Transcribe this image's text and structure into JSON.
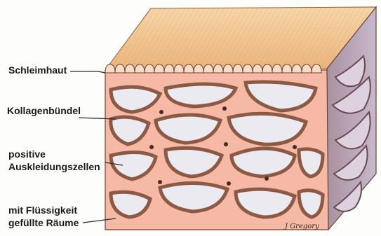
{
  "labels": {
    "mucosa": "Schleimhaut",
    "collagen_bundles": "Kollagenbündel",
    "lining_cells_line1": "positive",
    "lining_cells_line2": "Auskleidungszellen",
    "fluid_spaces_line1": "mit Flüssigkeit",
    "fluid_spaces_line2": "gefüllte Räume"
  },
  "signature": "J Gregory",
  "colors": {
    "surface": "#f1c690",
    "tissue": "#f5b9a6",
    "collagen": "#8c5a44",
    "cell_fill": "#eceaf1",
    "side_face": "#b4a6bd",
    "leader_line": "#2a2a2a",
    "label_text": "#1a1a1a"
  }
}
